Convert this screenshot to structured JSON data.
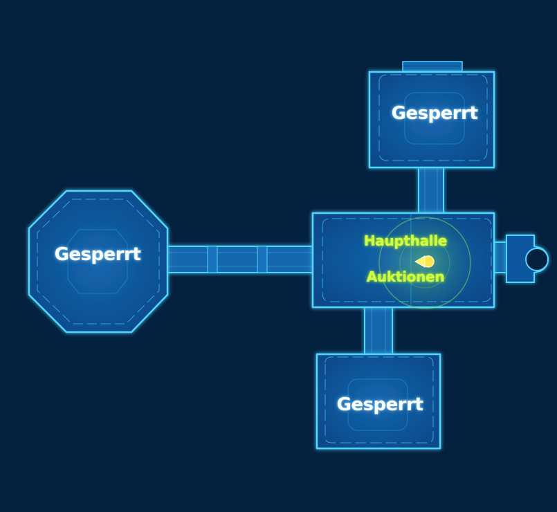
{
  "map": {
    "rooms": {
      "west": {
        "label": "Gesperrt"
      },
      "north": {
        "label": "Gesperrt"
      },
      "south": {
        "label": "Gesperrt"
      },
      "hub": {
        "label_line1": "Haupthalle",
        "label_line2": "Auktionen"
      }
    },
    "player_marker": {
      "icon": "player-arrow-icon"
    },
    "colors": {
      "background": "#04213f",
      "room_fill": "#0e4f8f",
      "room_outline": "#3fd0ff",
      "locked_text": "#ffffff",
      "hub_text": "#d7ff3c"
    }
  }
}
